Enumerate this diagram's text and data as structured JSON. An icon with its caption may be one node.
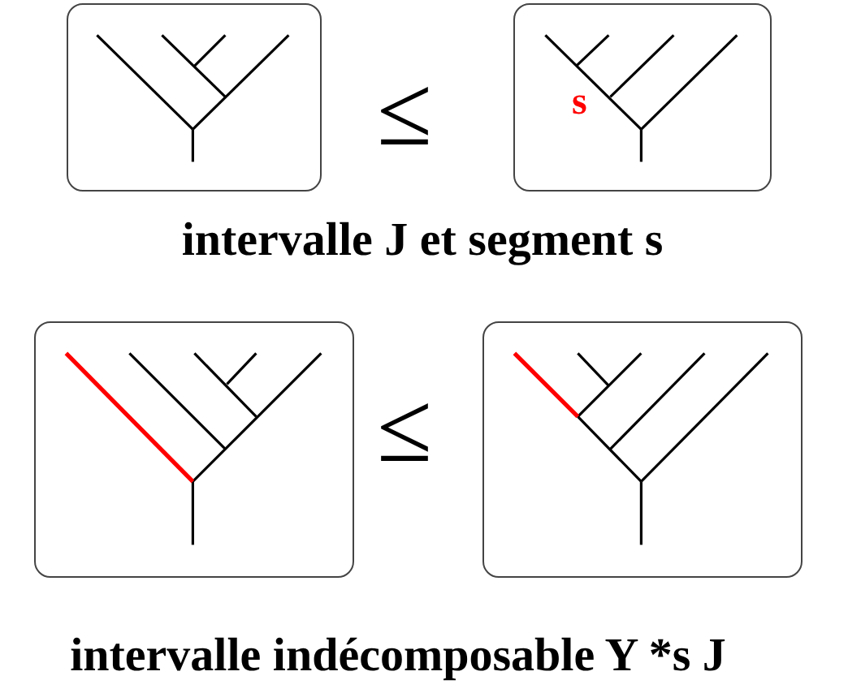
{
  "diagram": {
    "nodes": [
      {
        "text": [],
        "shape": "box"
      },
      {
        "text": [
          "s"
        ]
      },
      {
        "text": [],
        "shape": "box"
      },
      {
        "text": [],
        "shape": "box"
      }
    ],
    "labels": [
      "≤",
      "intervalle J et segment s",
      "≤",
      "intervalle indécomposable Y *s J"
    ]
  }
}
